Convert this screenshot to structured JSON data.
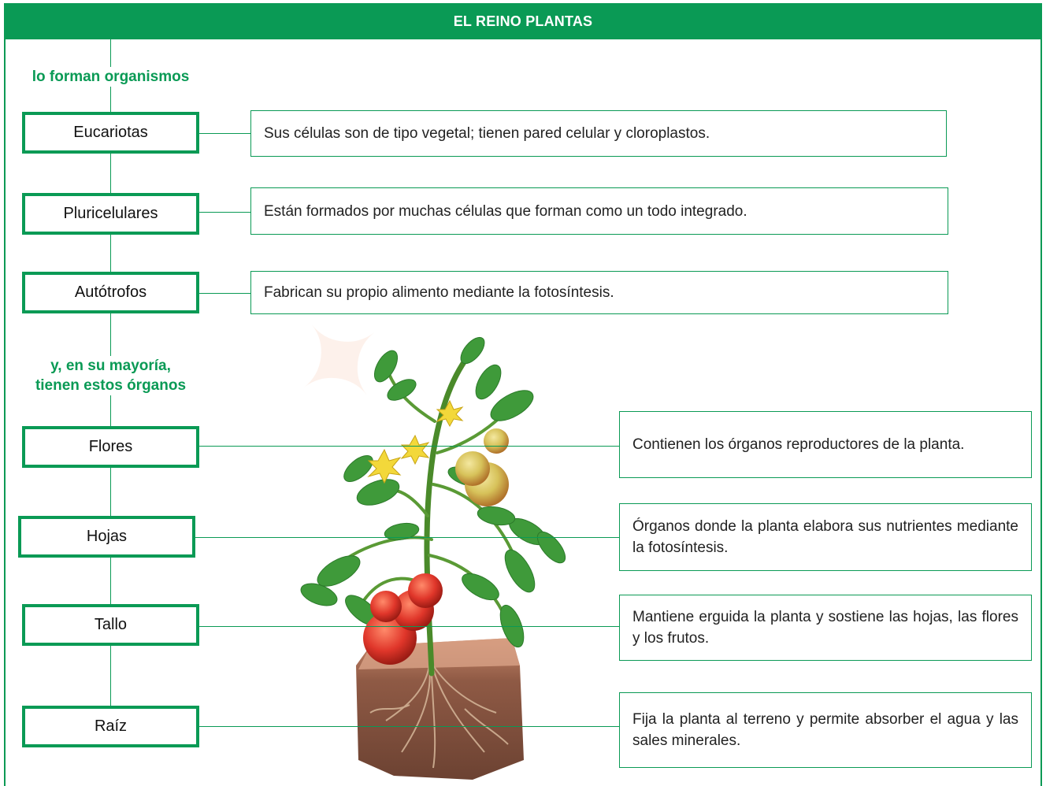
{
  "header": {
    "title": "EL REINO PLANTAS"
  },
  "labels": {
    "organisms": "lo forman organismos",
    "organs": "y, en su mayoría,\ntienen estos órganos"
  },
  "characteristics": [
    {
      "name": "Eucariotas",
      "description": "Sus células son de tipo vegetal; tienen pared celular y cloroplastos."
    },
    {
      "name": "Pluricelulares",
      "description": "Están formados por muchas células que forman como un todo integrado."
    },
    {
      "name": "Autótrofos",
      "description": "Fabrican su propio alimento mediante la fotosíntesis."
    }
  ],
  "organs": [
    {
      "name": "Flores",
      "description": "Contienen los órganos reproductores de la planta."
    },
    {
      "name": "Hojas",
      "description": "Órganos donde la planta elabora sus nutrientes mediante la fotosíntesis."
    },
    {
      "name": "Tallo",
      "description": "Mantiene erguida la planta y sostiene las hojas, las flores y los frutos."
    },
    {
      "name": "Raíz",
      "description": "Fija la planta al terreno y permite absorber el agua y las sales minerales."
    }
  ],
  "colors": {
    "accent": "#0a9a55",
    "text": "#1a1a1a"
  }
}
